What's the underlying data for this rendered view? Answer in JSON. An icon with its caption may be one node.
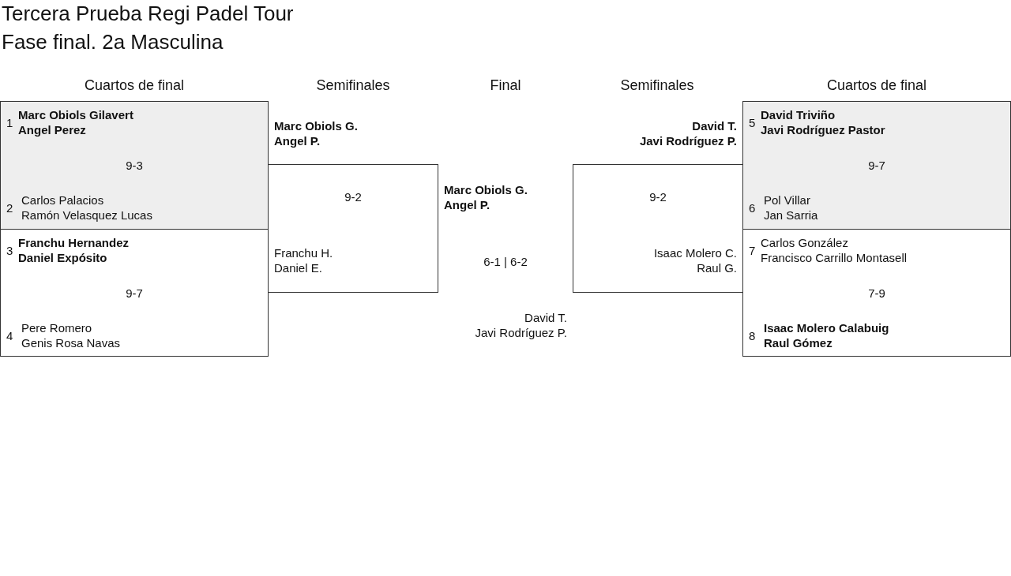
{
  "diagram": {
    "title": "Tercera Prueba Regi Padel Tour",
    "nodes": [
      {
        "text": [
          "1",
          "Marc Obiols Gilavert",
          "Angel Perez",
          "9-3",
          "2",
          "Carlos Palacios",
          "Ramón Velasquez Lucas"
        ]
      },
      {
        "text": [
          "3",
          "Franchu Hernandez",
          "Daniel Expósito",
          "9-7",
          "4",
          "Pere Romero",
          "Genis Rosa Navas"
        ]
      },
      {
        "text": [
          "Marc Obiols G.",
          "Angel P.",
          "9-2",
          "Franchu H.",
          "Daniel E."
        ]
      },
      {
        "text": [
          "David T.",
          "Javi Rodríguez P.",
          "9-2",
          "Isaac Molero C.",
          "Raul G."
        ]
      },
      {
        "text": [
          "5",
          "David Triviño",
          "Javi Rodríguez Pastor",
          "9-7",
          "6",
          "Pol Villar",
          "Jan Sarria"
        ]
      },
      {
        "text": [
          "7",
          "Carlos González",
          "Francisco Carrillo Montasell",
          "7-9",
          "8",
          "Isaac Molero Calabuig",
          "Raul Gómez"
        ]
      }
    ],
    "edges": [],
    "labels": [
      "Fase final. 2a Masculina",
      "Cuartos de final",
      "Semifinales",
      "Final",
      "Semifinales",
      "Cuartos de final",
      "Marc Obiols G.",
      "Angel P.",
      "6-1 | 6-2",
      "David T.",
      "Javi Rodríguez P."
    ]
  }
}
